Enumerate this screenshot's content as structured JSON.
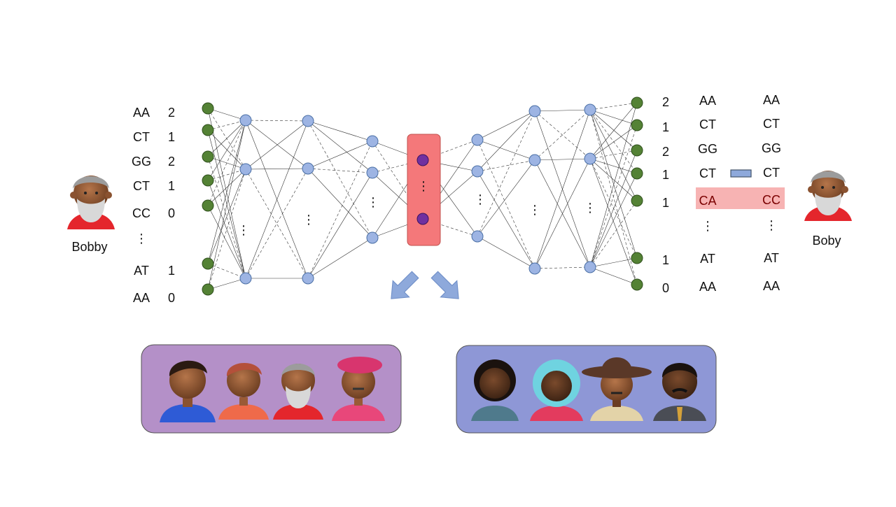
{
  "left_person": {
    "name": "Bobby",
    "avatar_icon": "bearded-grandpa-avatar-icon"
  },
  "right_person": {
    "name": "Boby",
    "avatar_icon": "bearded-grandpa-avatar-icon"
  },
  "input_genotypes": [
    {
      "snp": "AA",
      "value": "2"
    },
    {
      "snp": "CT",
      "value": "1"
    },
    {
      "snp": "GG",
      "value": "2"
    },
    {
      "snp": "CT",
      "value": "1"
    },
    {
      "snp": "CC",
      "value": "0"
    },
    {
      "snp": "⋮",
      "value": ""
    },
    {
      "snp": "AT",
      "value": "1"
    },
    {
      "snp": "AA",
      "value": "0"
    }
  ],
  "output_values": [
    "2",
    "1",
    "2",
    "1",
    "1",
    "1",
    "0"
  ],
  "output_reconstructed": [
    "AA",
    "CT",
    "GG",
    "CT",
    "CA",
    "⋮",
    "AT",
    "AA"
  ],
  "output_original": [
    "AA",
    "CT",
    "GG",
    "CT",
    "CC",
    "⋮",
    "AT",
    "AA"
  ],
  "ellipsis": "⋮",
  "highlight_row_index": 4,
  "colors": {
    "input_node": "#548235",
    "hidden_node": "#9DB4E3",
    "latent_node": "#7030A0",
    "latent_box": "#F4787A",
    "highlight_row": "#F7B3B3",
    "highlight_text": "#7A0000",
    "arrow": "#8EA9DB",
    "cluster_left_bg": "#B490C8",
    "cluster_right_bg": "#8E97D6"
  },
  "clusters": [
    {
      "avatars": [
        "boy-blue-shirt-avatar-icon",
        "redhead-orange-shirt-avatar-icon",
        "bearded-grandpa-avatar-icon",
        "beret-artist-avatar-icon"
      ]
    },
    {
      "avatars": [
        "curly-hair-woman-avatar-icon",
        "teal-hair-woman-avatar-icon",
        "cowboy-hat-man-avatar-icon",
        "suit-mustache-man-avatar-icon"
      ]
    }
  ]
}
